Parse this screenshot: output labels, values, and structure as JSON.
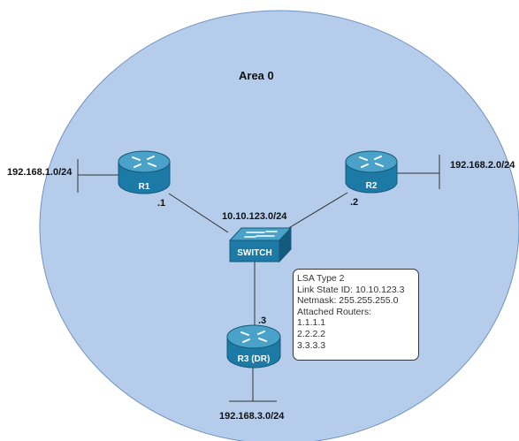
{
  "area": {
    "label": "Area 0"
  },
  "routers": {
    "r1": {
      "label": "R1",
      "interface_ip": ".1",
      "lan_network": "192.168.1.0/24"
    },
    "r2": {
      "label": "R2",
      "interface_ip": ".2",
      "lan_network": "192.168.2.0/24"
    },
    "r3": {
      "label": "R3 (DR)",
      "interface_ip": ".3",
      "lan_network": "192.168.3.0/24"
    }
  },
  "switch": {
    "label": "SWITCH",
    "network": "10.10.123.0/24"
  },
  "lsa": {
    "type": "LSA Type 2",
    "link_state_id": "Link State ID: 10.10.123.3",
    "netmask": "Netmask: 255.255.255.0",
    "attached_heading": "Attached Routers:",
    "attached_routers": [
      "1.1.1.1",
      "2.2.2.2",
      "3.3.3.3"
    ]
  },
  "colors": {
    "area_fill": "#b5cdeb",
    "area_stroke": "#6e93c4",
    "device_body": "#1d7aa6",
    "device_dark": "#145a7c",
    "device_top": "#4aa2c9",
    "link": "#333333"
  }
}
